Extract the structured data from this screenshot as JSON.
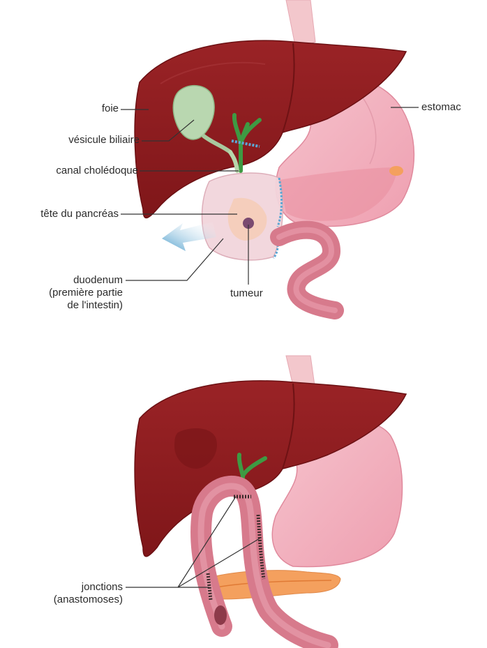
{
  "diagrams": {
    "top": {
      "labels": {
        "liver": "foie",
        "gallbladder": "vésicule biliaire",
        "bile_duct": "canal cholédoque",
        "pancreas_head": "tête du pancréas",
        "duodenum_line1": "duodenum",
        "duodenum_line2": "(première partie",
        "duodenum_line3": "de l'intestin)",
        "tumor": "tumeur",
        "stomach": "estomac"
      }
    },
    "bottom": {
      "labels": {
        "junctions_line1": "jonctions",
        "junctions_line2": "(anastomoses)"
      }
    }
  },
  "colors": {
    "liver": "#8e1d1f",
    "liver_dark": "#6e1214",
    "stomach": "#f2b3bf",
    "stomach_edge": "#e594a6",
    "gallbladder": "#b9d7b0",
    "bile_duct": "#3e9a43",
    "intestine": "#d77a8c",
    "intestine_dark": "#b85b6f",
    "pancreas": "#f4a05e",
    "tumor": "#7a4a70",
    "arrow": "#5aa6cf",
    "esophagus": "#f3c7cc",
    "leader": "#333333"
  }
}
